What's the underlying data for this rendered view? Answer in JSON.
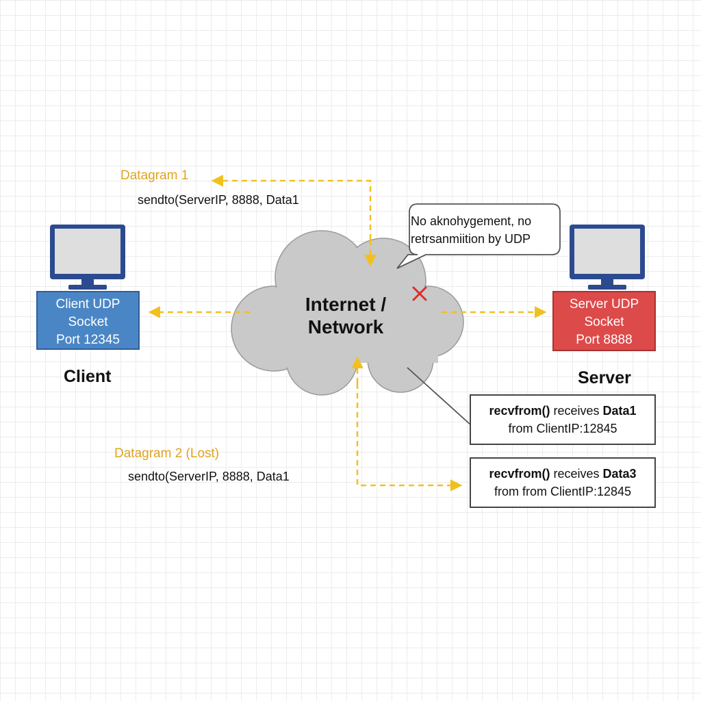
{
  "client": {
    "node_label": "Client",
    "socket_lines": [
      "Client UDP",
      "Socket",
      "Port 12345"
    ]
  },
  "server": {
    "node_label": "Server",
    "socket_lines": [
      "Server UDP",
      "Socket",
      "Port 8888"
    ]
  },
  "network": {
    "label_lines": [
      "Internet /",
      "Network"
    ]
  },
  "callout": {
    "lines": [
      "No aknohygement, no",
      "retrsanmiition by UDP"
    ]
  },
  "datagram1": {
    "label": "Datagram 1",
    "code": "sendto(ServerIP, 8888, Data1"
  },
  "datagram2": {
    "label": "Datagram 2 (Lost)",
    "code": "sendto(ServerIP, 8888, Data1"
  },
  "recv1": {
    "fn": "recvfrom()",
    "verb": " receives ",
    "data": "Data1",
    "source": "from ClientIP:12845"
  },
  "recv2": {
    "fn": "recvfrom()",
    "verb": " receives ",
    "data": "Data3",
    "source": "from from ClientIP:12845"
  },
  "colors": {
    "arrow": "#f2c01e",
    "datagram_label": "#e0a31f",
    "client_socket": "#4a86c5",
    "server_socket": "#dd4a4a",
    "monitor": "#2c4a8f",
    "cloud": "#c9c9c9",
    "lost_marker": "#e02b2b"
  },
  "icons": {
    "monitor": "desktop-monitor-icon",
    "cloud": "cloud-icon",
    "lost_marker": "cross-mark-icon"
  }
}
